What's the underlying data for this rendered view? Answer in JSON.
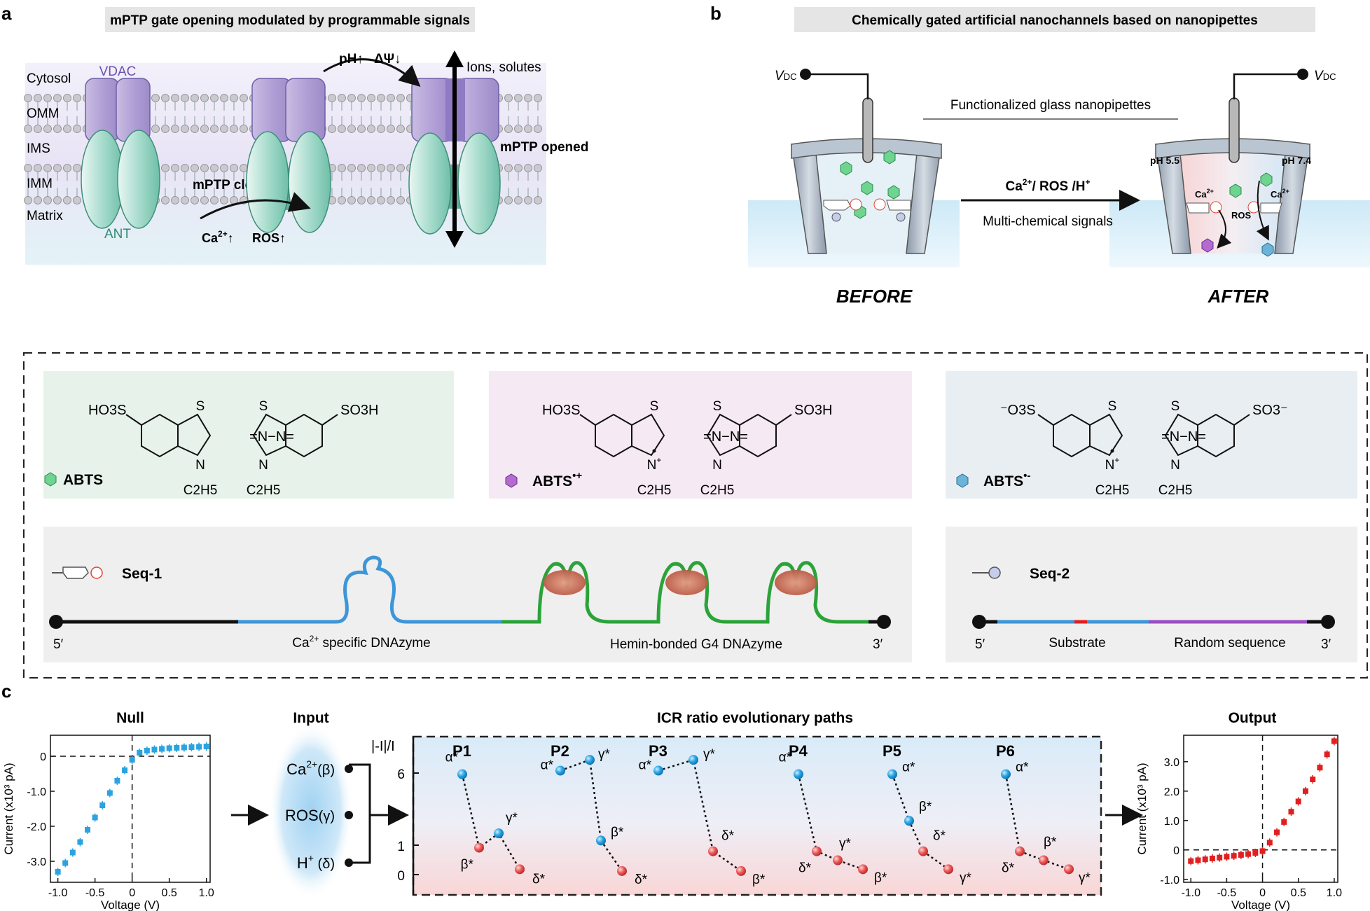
{
  "panel_a": {
    "letter": "a",
    "title": "mPTP gate opening modulated by programmable signals",
    "layer_labels": [
      "Cytosol",
      "OMM",
      "IMS",
      "IMM",
      "Matrix"
    ],
    "vdac": "VDAC",
    "ant": "ANT",
    "state_closed": "mPTP closed",
    "state_opened": "mPTP opened",
    "signal_top_ph": "pH",
    "signal_top_psi": "ΔΨ",
    "signal_bottom_ca": "Ca",
    "signal_bottom_ca_sup": "2+",
    "signal_bottom_ros": "ROS",
    "ions": "Ions, solutes"
  },
  "panel_b": {
    "letter": "b",
    "title": "Chemically gated artificial nanochannels based on nanopipettes",
    "vdc_v": "V",
    "vdc_sub": "DC",
    "pipettes_label": "Functionalized glass nanopipettes",
    "arrow_top": "Ca",
    "arrow_top_sup": "2+",
    "arrow_top_rest": "/ ROS /H",
    "arrow_top_sup2": "+",
    "arrow_bottom": "Multi-chemical signals",
    "before": "BEFORE",
    "after": "AFTER",
    "ph_left": "pH 5.5",
    "ph_right": "pH 7.4",
    "ca_small": "Ca",
    "ca_small_sup": "2+",
    "ros_small": "ROS"
  },
  "molecules": {
    "abts": "ABTS",
    "abts_radical_cation_sup": "•+",
    "abts_radical_anion_sup": "•-",
    "ho3s": "HO3S",
    "so3h": "SO3H",
    "o3s_minus": "⁻O3S",
    "so3_minus": "SO3⁻",
    "s": "S",
    "n": "N",
    "n_plus": "N",
    "plus": "+",
    "c2h5": "C2H5",
    "nn_bridge": "=N−N="
  },
  "sequences": {
    "seq1": "Seq-1",
    "seq2": "Seq-2",
    "five_prime": "5′",
    "three_prime": "3′",
    "ca_dnazyme_pre": "Ca",
    "ca_dnazyme_sup": "2+",
    "ca_dnazyme_rest": " specific DNAzyme",
    "hemin_g4": "Hemin-bonded G4 DNAzyme",
    "substrate": "Substrate",
    "random": "Random sequence"
  },
  "panel_c": {
    "letter": "c",
    "null_title": "Null",
    "input_title": "Input",
    "paths_title": "ICR ratio evolutionary paths",
    "output_title": "Output",
    "inputs": [
      {
        "main": "Ca",
        "sup": "2+",
        "greek": "(β)"
      },
      {
        "main": "ROS",
        "sup": "",
        "greek": "(γ)"
      },
      {
        "main": "H",
        "sup": "+",
        "greek": " (δ)"
      }
    ],
    "paths_ylabel": "|-I|/I",
    "paths_yticks": [
      "6",
      "1",
      "0"
    ],
    "paths": [
      {
        "name": "P1",
        "labels": [
          "α*",
          "β*",
          "γ*",
          "δ*"
        ]
      },
      {
        "name": "P2",
        "labels": [
          "α*",
          "γ*",
          "β*",
          "δ*"
        ]
      },
      {
        "name": "P3",
        "labels": [
          "α*",
          "γ*",
          "δ*",
          "β*"
        ]
      },
      {
        "name": "P4",
        "labels": [
          "α*",
          "δ*",
          "γ*",
          "β*"
        ]
      },
      {
        "name": "P5",
        "labels": [
          "α*",
          "β*",
          "δ*",
          "γ*"
        ]
      },
      {
        "name": "P6",
        "labels": [
          "α*",
          "δ*",
          "β*",
          "γ*"
        ]
      }
    ]
  },
  "chart_data": [
    {
      "type": "scatter",
      "title": "Null",
      "xlabel": "Voltage (V)",
      "ylabel": "Current (x10³ pA)",
      "xlim": [
        -1.1,
        1.05
      ],
      "ylim": [
        -3.6,
        0.6
      ],
      "xticks": [
        "-1.0",
        "-0.5",
        "0",
        "0.5",
        "1.0"
      ],
      "yticks": [
        "0",
        "-1.0",
        "-2.0",
        "-3.0"
      ],
      "color": "#2aa3e0",
      "x": [
        -1.0,
        -0.9,
        -0.8,
        -0.7,
        -0.6,
        -0.5,
        -0.4,
        -0.3,
        -0.2,
        -0.1,
        0.0,
        0.1,
        0.2,
        0.3,
        0.4,
        0.5,
        0.6,
        0.7,
        0.8,
        0.9,
        1.0
      ],
      "y": [
        -3.3,
        -3.05,
        -2.75,
        -2.45,
        -2.1,
        -1.75,
        -1.4,
        -1.05,
        -0.7,
        -0.4,
        -0.1,
        0.1,
        0.16,
        0.19,
        0.21,
        0.23,
        0.24,
        0.25,
        0.26,
        0.27,
        0.28
      ]
    },
    {
      "type": "scatter",
      "title": "Output",
      "xlabel": "Voltage (V)",
      "ylabel": "Current (x10³ pA)",
      "xlim": [
        -1.1,
        1.05
      ],
      "ylim": [
        -1.1,
        3.9
      ],
      "xticks": [
        "-1.0",
        "-0.5",
        "0",
        "0.5",
        "1.0"
      ],
      "yticks": [
        "3.0",
        "2.0",
        "1.0",
        "0",
        "-1.0"
      ],
      "color": "#e02020",
      "x": [
        -1.0,
        -0.9,
        -0.8,
        -0.7,
        -0.6,
        -0.5,
        -0.4,
        -0.3,
        -0.2,
        -0.1,
        0.0,
        0.1,
        0.2,
        0.3,
        0.4,
        0.5,
        0.6,
        0.7,
        0.8,
        0.9,
        1.0
      ],
      "y": [
        -0.38,
        -0.35,
        -0.32,
        -0.29,
        -0.26,
        -0.23,
        -0.2,
        -0.17,
        -0.14,
        -0.1,
        -0.04,
        0.25,
        0.6,
        0.95,
        1.3,
        1.65,
        2.0,
        2.4,
        2.8,
        3.25,
        3.7
      ]
    }
  ]
}
